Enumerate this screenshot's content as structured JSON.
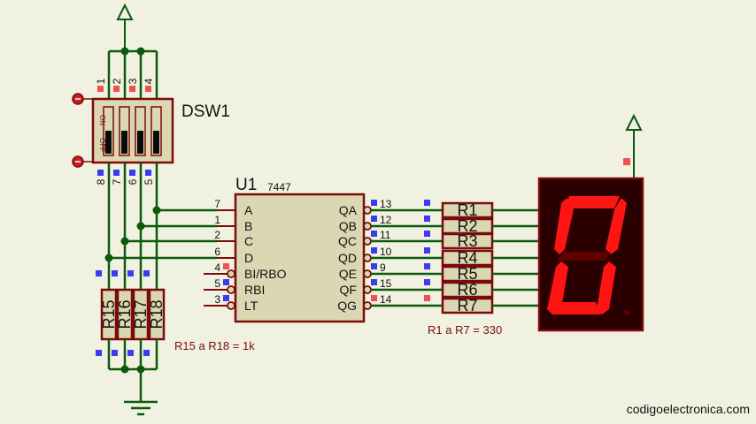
{
  "switch": {
    "ref": "DSW1",
    "top_pins": [
      "1",
      "2",
      "3",
      "4"
    ],
    "bottom_pins": [
      "8",
      "7",
      "6",
      "5"
    ],
    "on_label": "ON",
    "off_label": "OFF"
  },
  "decoder": {
    "ref": "U1",
    "part": "7447",
    "left_pins": [
      {
        "num": "7",
        "name": "A"
      },
      {
        "num": "1",
        "name": "B"
      },
      {
        "num": "2",
        "name": "C"
      },
      {
        "num": "6",
        "name": "D"
      },
      {
        "num": "4",
        "name": "BI/RBO"
      },
      {
        "num": "5",
        "name": "RBI"
      },
      {
        "num": "3",
        "name": "LT"
      }
    ],
    "right_pins": [
      {
        "num": "13",
        "name": "QA"
      },
      {
        "num": "12",
        "name": "QB"
      },
      {
        "num": "11",
        "name": "QC"
      },
      {
        "num": "10",
        "name": "QD"
      },
      {
        "num": "9",
        "name": "QE"
      },
      {
        "num": "15",
        "name": "QF"
      },
      {
        "num": "14",
        "name": "QG"
      }
    ]
  },
  "series_resistors": [
    "R1",
    "R2",
    "R3",
    "R4",
    "R5",
    "R6",
    "R7"
  ],
  "series_note": "R1 a R7 = 330",
  "pulldown_resistors": [
    "R15",
    "R16",
    "R17",
    "R18"
  ],
  "pulldown_note": "R15 a R18 = 1k",
  "display_digit": "0",
  "watermark": "codigoelectronica.com",
  "colors": {
    "wire": "#0b5a0b",
    "body": "#7a0b0b",
    "fill": "#dcd7b3",
    "segment_on": "#ff1414",
    "segment_off": "#5e0000",
    "display_bg": "#2a0000",
    "pin_low": "#3b3bf0",
    "pin_high": "#f05050"
  }
}
